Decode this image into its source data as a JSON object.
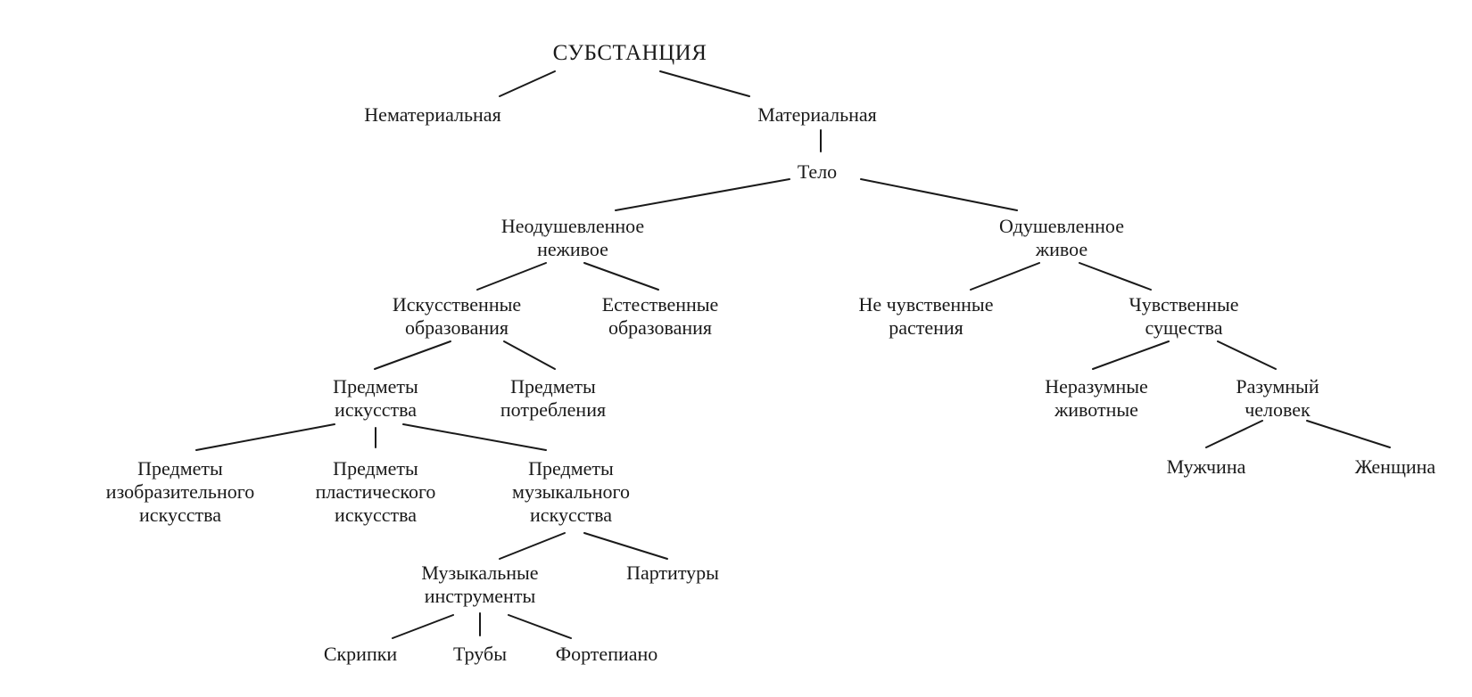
{
  "tree": {
    "root": "СУБСТАНЦИЯ",
    "immaterial": "Нематериальная",
    "material": "Материальная",
    "body": "Тело",
    "inanimate": [
      "Неодушевленное",
      "неживое"
    ],
    "animate": [
      "Одушевленное",
      "живое"
    ],
    "artificial": [
      "Искусственные",
      "образования"
    ],
    "natural": [
      "Естественные",
      "образования"
    ],
    "non_sensitive": [
      "Не чувственные",
      "растения"
    ],
    "sensitive": [
      "Чувственные",
      "существа"
    ],
    "art_objects": [
      "Предметы",
      "искусства"
    ],
    "consumption_objects": [
      "Предметы",
      "потребления"
    ],
    "irrational": [
      "Неразумные",
      "животные"
    ],
    "rational": [
      "Разумный",
      "человек"
    ],
    "man": "Мужчина",
    "woman": "Женщина",
    "visual_art": [
      "Предметы",
      "изобразительного",
      "искусства"
    ],
    "plastic_art": [
      "Предметы",
      "пластического",
      "искусства"
    ],
    "music_art": [
      "Предметы",
      "музыкального",
      "искусства"
    ],
    "instruments": [
      "Музыкальные",
      "инструменты"
    ],
    "scores": "Партитуры",
    "violins": "Скрипки",
    "trumpets": "Трубы",
    "piano": "Фортепиано"
  }
}
